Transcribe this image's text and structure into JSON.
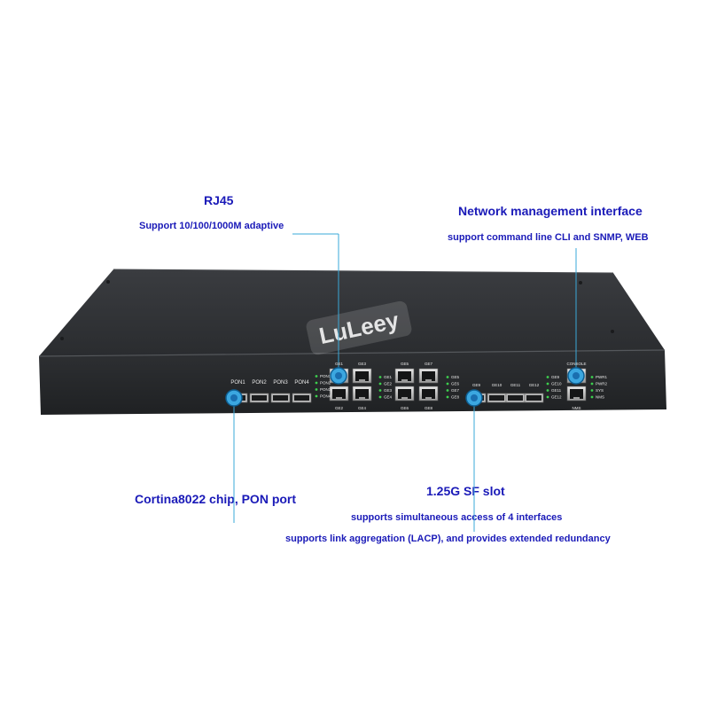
{
  "brand": {
    "logo_text": "LuLeey"
  },
  "callouts": {
    "rj45": {
      "title": "RJ45",
      "subtitle": "Support 10/100/1000M adaptive"
    },
    "network": {
      "title": "Network management interface",
      "subtitle": "support command line CLI and SNMP, WEB"
    },
    "pon": {
      "title": "Cortina8022 chip, PON port"
    },
    "sfp": {
      "title": "1.25G SF slot",
      "line1": "supports simultaneous access of 4 interfaces",
      "line2": "supports link aggregation (LACP), and provides extended redundancy"
    }
  },
  "panel": {
    "pon_ports": [
      "PON1",
      "PON2",
      "PON3",
      "PON4"
    ],
    "pon_leds": [
      "PON1",
      "PON2",
      "PON3",
      "PON4"
    ],
    "rj45_top": [
      "GE1",
      "GE3",
      "GE5",
      "GE7"
    ],
    "rj45_bottom": [
      "GE2",
      "GE4",
      "GE6",
      "GE8"
    ],
    "ge_leds_mid": [
      "GE1",
      "GE2",
      "GE3",
      "GE4"
    ],
    "ge_leds_right": [
      "GE5",
      "GE6",
      "GE7",
      "GE8"
    ],
    "sfp_ports": [
      "GE9",
      "GE10",
      "GE11",
      "GE12"
    ],
    "sfp_leds": [
      "GE9",
      "GE10",
      "GE11",
      "GE12"
    ],
    "console_label": "CONSOLE",
    "nms_label": "NMS",
    "status_leds": [
      "PWR1",
      "PWR2",
      "SYS",
      "NMS"
    ]
  },
  "colors": {
    "accent": "#1a1ab8",
    "callout_line": "#3aa8d8",
    "chassis": "#2b2d30",
    "led": "#3ccf4e"
  }
}
